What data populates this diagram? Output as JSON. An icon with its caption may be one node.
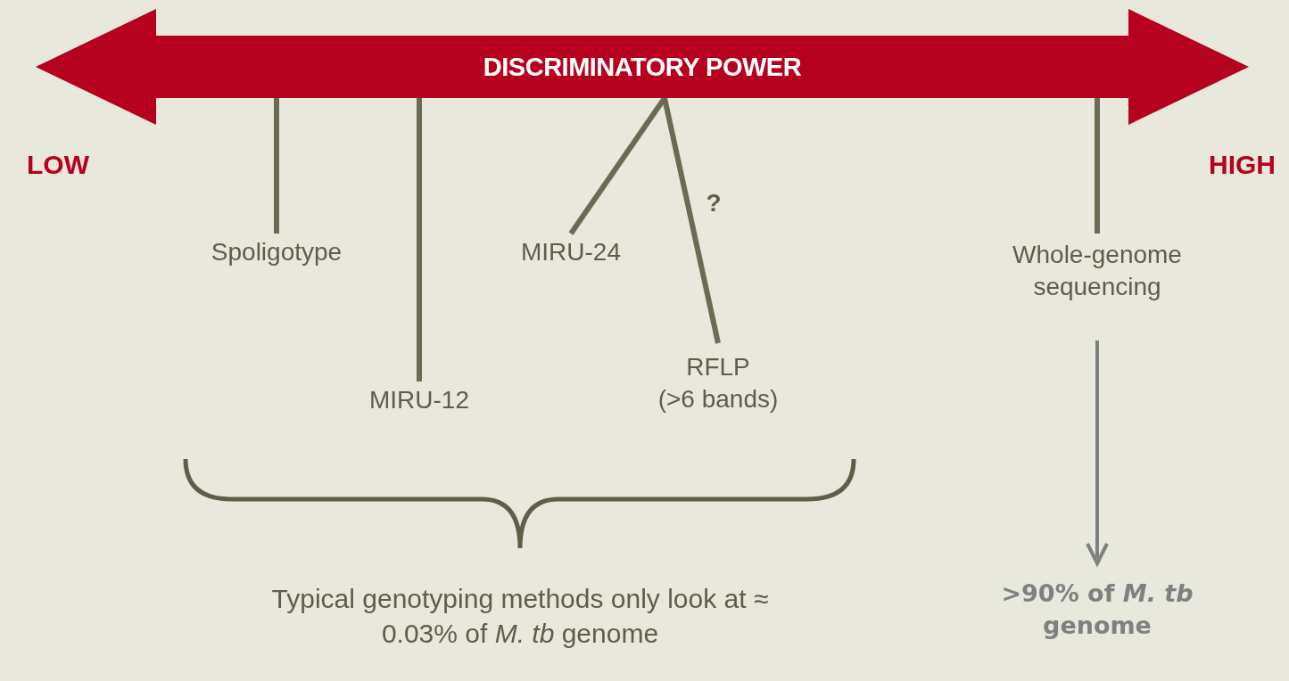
{
  "diagram": {
    "nodes": [
      {
        "text": [
          "DISCRIMINATORY POWER"
        ]
      },
      {
        "text": [
          "Spoligotype"
        ]
      },
      {
        "text": [
          "MIRU-12"
        ]
      },
      {
        "text": [
          "MIRU-24"
        ]
      },
      {
        "text": [
          "RFLP",
          "(>6 bands)"
        ]
      },
      {
        "text": [
          "Whole-genome sequencing"
        ]
      },
      {
        "text": [
          ">90% of *M. tb* genome"
        ]
      }
    ],
    "edges": [
      {
        "from": 0,
        "to": 1,
        "arrow": "none"
      },
      {
        "from": 0,
        "to": 2,
        "arrow": "none"
      },
      {
        "from": 0,
        "to": 3,
        "arrow": "none"
      },
      {
        "from": 0,
        "to": 4,
        "arrow": "none"
      },
      {
        "from": 0,
        "to": 5,
        "arrow": "none"
      },
      {
        "from": 5,
        "to": 6,
        "arrow": "to",
        "color": "#808080"
      }
    ],
    "labels": [
      "LOW",
      "HIGH",
      "?",
      "Typical genotyping methods only look at ≈ 0.03% of *M. tb* genome"
    ]
  }
}
